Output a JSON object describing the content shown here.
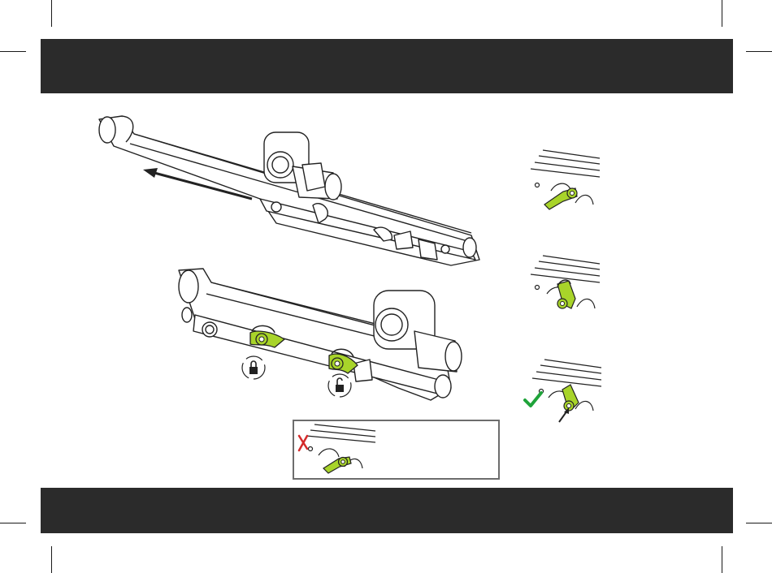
{
  "page": {
    "background": "#ffffff",
    "band_color": "#2b2b2b",
    "accent_green": "#a8d42a",
    "check_color": "#1fa33a",
    "cross_color": "#d42a2a"
  },
  "figures": {
    "step1": {
      "icon": "rail-slide-arrow"
    },
    "step2": {
      "icons": [
        "lock-icon",
        "unlock-icon"
      ]
    },
    "lever_positions": [
      "lever-open",
      "lever-turning",
      "lever-locked-correct"
    ],
    "caution": {
      "icon": "cross-icon"
    }
  }
}
